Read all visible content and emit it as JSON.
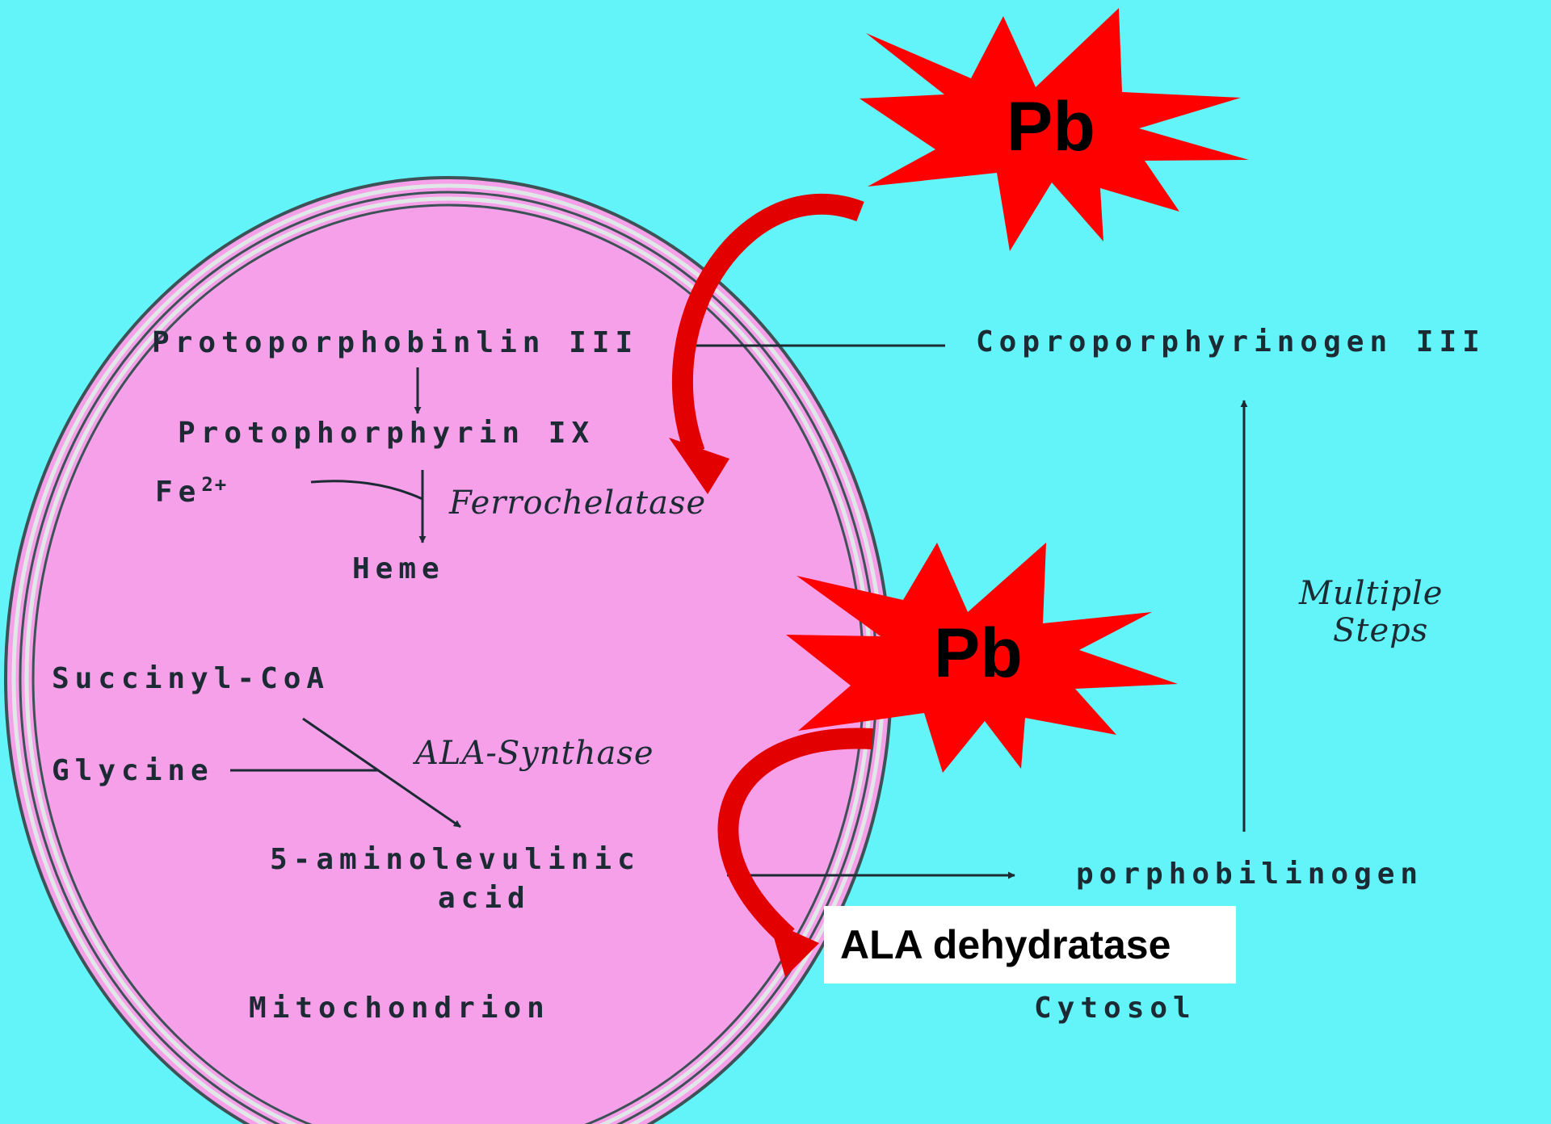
{
  "diagram": {
    "compartments": {
      "mitochondrion": "Mitochondrion",
      "cytosol": "Cytosol"
    },
    "metabolites": {
      "protoporphobinlin": "Protoporphobinlin III",
      "protoporphyrin": "Protophorphyrin IX",
      "iron": "Fe",
      "iron_charge": "2+",
      "heme": "Heme",
      "succinyl_coa": "Succinyl-CoA",
      "glycine": "Glycine",
      "ala_line1": "5-aminolevulinic",
      "ala_line2": "acid",
      "porphobilinogen": "porphobilinogen",
      "coproporphyrinogen": "Coproporphyrinogen III"
    },
    "enzymes": {
      "ferrochelatase": "Ferrochelatase",
      "ala_synthase": "ALA-Synthase",
      "multiple_steps_line1": "Multiple",
      "multiple_steps_line2": "Steps"
    },
    "inhibitor": {
      "label_top": "Pb",
      "label_bottom": "Pb",
      "target_box": "ALA dehydratase"
    },
    "colors": {
      "background": "#62f4f8",
      "mitochondrion_fill": "#f6a0ea",
      "membrane": "#3d5256",
      "starburst": "#ff0000",
      "inhibition_arrow": "#e30000",
      "box": "#ffffff"
    }
  }
}
